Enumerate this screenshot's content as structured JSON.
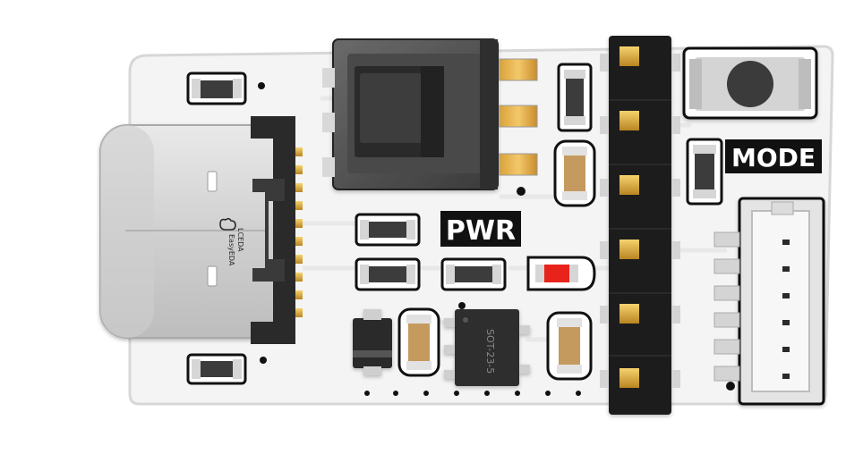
{
  "labels": {
    "pwr": "PWR",
    "mode": "MODE",
    "ic_marking": "SOT-23-5",
    "vendor_line1": "LCEDA",
    "vendor_line2": "EasyEDA"
  },
  "colors": {
    "pcb": "#f4f4f4",
    "pcb_edge": "#d9d9d9",
    "gold": "#e6b64a",
    "header": "#1b1b1b",
    "led": "#e8231c",
    "connector_metal": "#c9c9c9"
  },
  "icons": {
    "vendor_logo": "lceda-cloud-icon"
  }
}
